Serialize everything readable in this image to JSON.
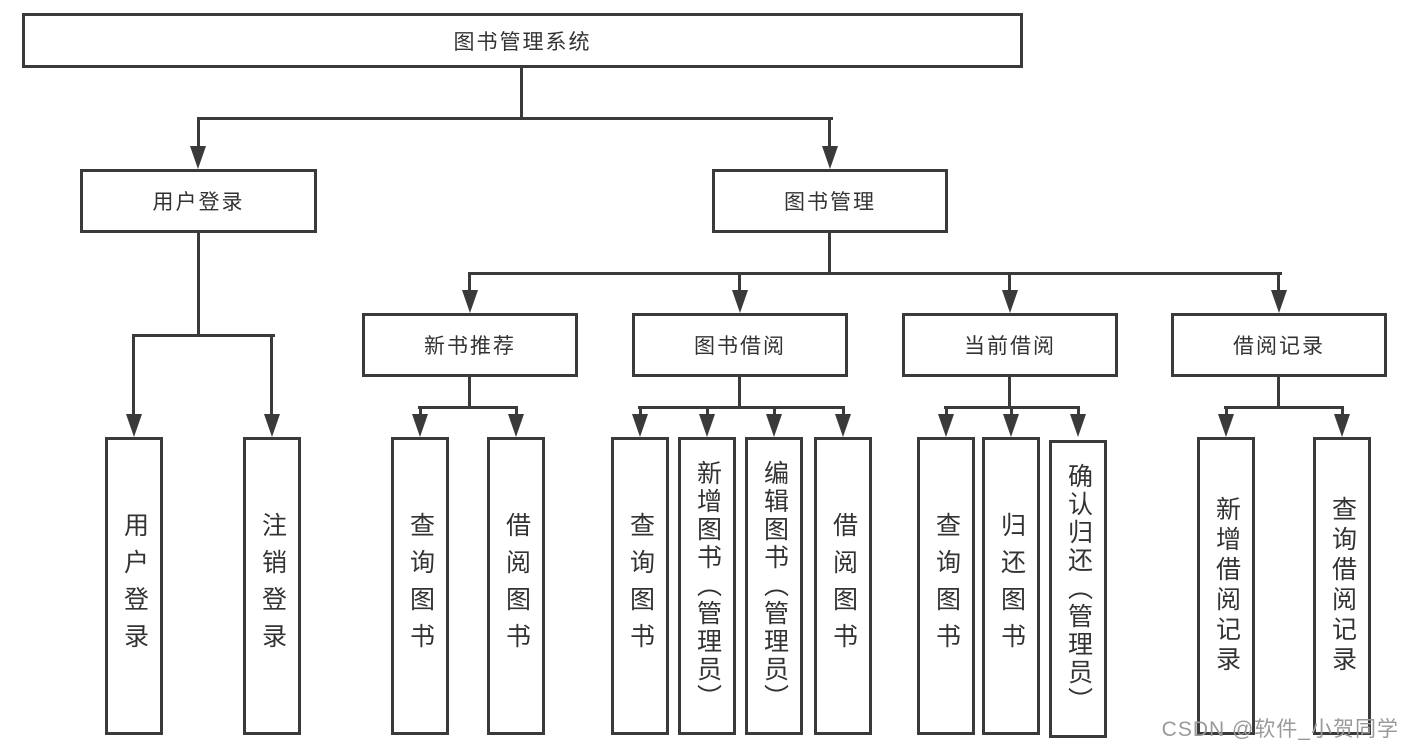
{
  "tree": {
    "label": "图书管理系统",
    "children": [
      {
        "label": "用户登录",
        "children": [
          {
            "label": "用户登录"
          },
          {
            "label": "注销登录"
          }
        ]
      },
      {
        "label": "图书管理",
        "children": [
          {
            "label": "新书推荐",
            "children": [
              {
                "label": "查询图书"
              },
              {
                "label": "借阅图书"
              }
            ]
          },
          {
            "label": "图书借阅",
            "children": [
              {
                "label": "查询图书"
              },
              {
                "label": "新增图书（管理员）"
              },
              {
                "label": "编辑图书（管理员）"
              },
              {
                "label": "借阅图书"
              }
            ]
          },
          {
            "label": "当前借阅",
            "children": [
              {
                "label": "查询图书"
              },
              {
                "label": "归还图书"
              },
              {
                "label": "确认归还（管理员）"
              }
            ]
          },
          {
            "label": "借阅记录",
            "children": [
              {
                "label": "新增借阅记录"
              },
              {
                "label": "查询借阅记录"
              }
            ]
          }
        ]
      }
    ]
  },
  "watermark": {
    "text": "CSDN @软件_小贺同学"
  },
  "colors": {
    "line": "#3a3a3a",
    "text": "#333333",
    "watermark": "#9a9a9a",
    "background": "#ffffff"
  }
}
